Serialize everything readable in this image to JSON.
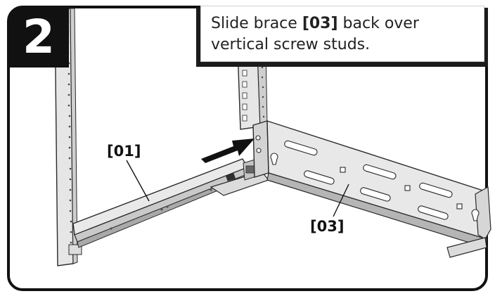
{
  "step": {
    "number": "2"
  },
  "instruction": {
    "before": "Slide brace ",
    "part": "[03]",
    "after": " back over vertical screw studs."
  },
  "labels": {
    "rail": "[01]",
    "brace": "[03]"
  },
  "colors": {
    "metal": "#e4e4e4",
    "metal_dark": "#bdbdbd",
    "outline": "#2a2a2a",
    "badge": "#111111"
  },
  "icons": {
    "direction_arrow": "arrow-right-icon"
  }
}
